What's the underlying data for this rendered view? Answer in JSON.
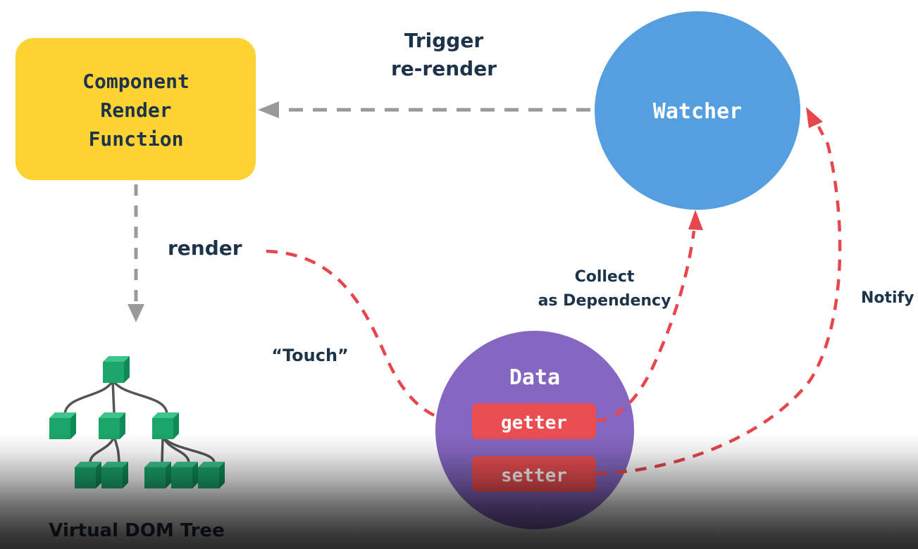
{
  "colors": {
    "component_fill": "#fdd333",
    "watcher_fill": "#559fe0",
    "data_fill": "#8567c1",
    "getter_setter_fill": "#ea4e52",
    "gray_arrow": "#9a9a9a",
    "red_arrow": "#e5474d",
    "text_dark": "#1d3349",
    "node_green": "#1aa56b"
  },
  "nodes": {
    "component": {
      "line1": "Component",
      "line2": "Render",
      "line3": "Function"
    },
    "watcher": {
      "label": "Watcher"
    },
    "data": {
      "label": "Data",
      "getter": "getter",
      "setter": "setter"
    },
    "vdom": {
      "label": "Virtual DOM Tree"
    }
  },
  "edges": {
    "trigger": {
      "line1": "Trigger",
      "line2": "re-render"
    },
    "render": {
      "label": "render"
    },
    "touch": {
      "label": "“Touch”"
    },
    "collect": {
      "line1": "Collect",
      "line2": "as Dependency"
    },
    "notify": {
      "label": "Notify"
    }
  }
}
